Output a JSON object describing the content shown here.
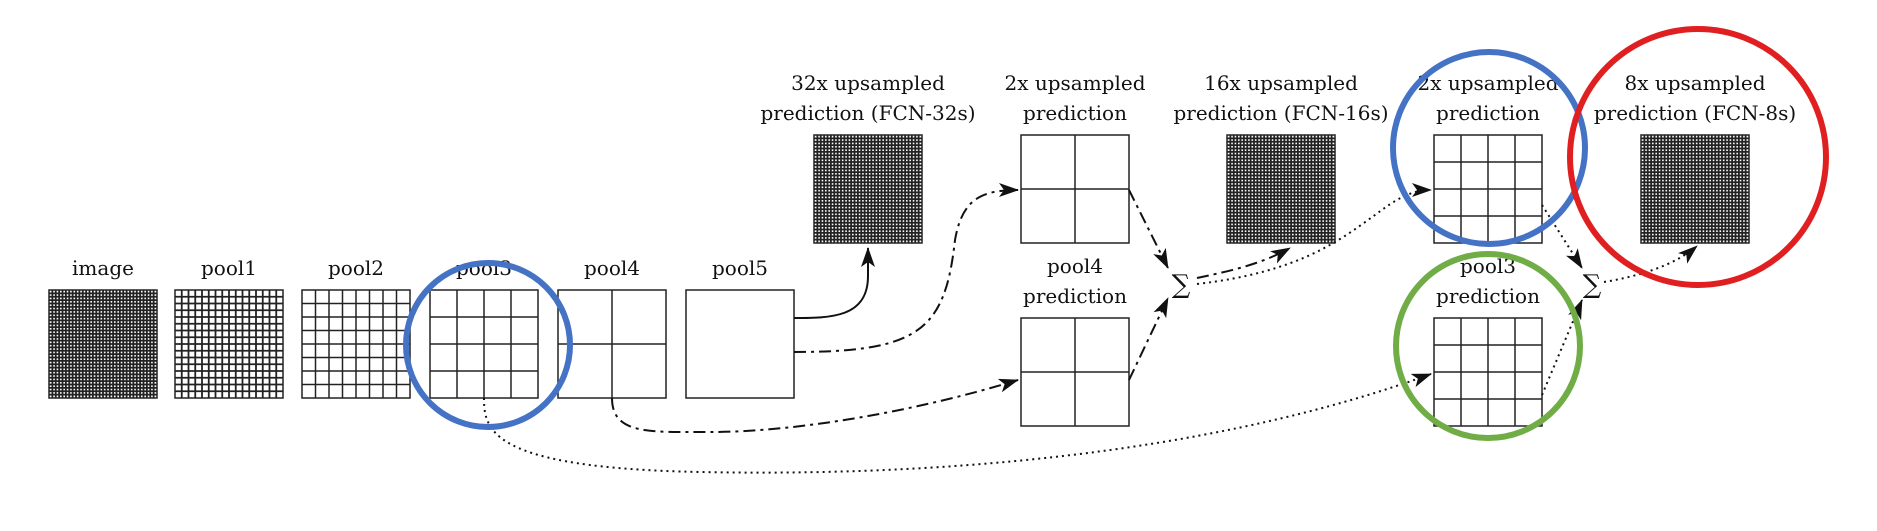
{
  "labels": {
    "image": "image",
    "pool1": "pool1",
    "pool2": "pool2",
    "pool3": "pool3",
    "pool4": "pool4",
    "pool5": "pool5",
    "fcn32_line1": "32x upsampled",
    "fcn32_line2": "prediction (FCN-32s)",
    "up2a_line1": "2x upsampled",
    "up2a_line2": "prediction",
    "fcn16_line1": "16x upsampled",
    "fcn16_line2": "prediction (FCN-16s)",
    "up2b_line1": "2x upsampled",
    "up2b_line2": "prediction",
    "fcn8_line1": "8x upsampled",
    "fcn8_line2": "prediction (FCN-8s)",
    "pool4pred_line1": "pool4",
    "pool4pred_line2": "prediction",
    "pool3pred_line1": "pool3",
    "pool3pred_line2": "prediction",
    "sum1": "∑",
    "sum2": "∑"
  },
  "grids": {
    "image": 32,
    "pool1": 16,
    "pool2": 8,
    "pool3": 4,
    "pool4": 2,
    "pool5": 1,
    "fcn32": 32,
    "up2a": 2,
    "fcn16": 32,
    "up2b": 4,
    "fcn8": 32,
    "pool4pred": 2,
    "pool3pred": 4
  },
  "highlight_colors": {
    "blue": "#4472C4",
    "green": "#70AD47",
    "red": "#E02020"
  }
}
